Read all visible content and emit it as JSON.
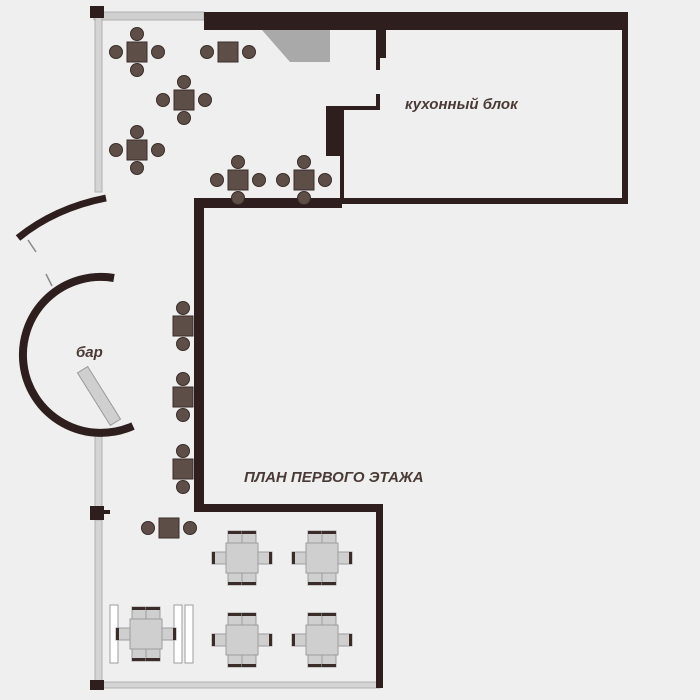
{
  "labels": {
    "kitchen": "кухонный блок",
    "bar": "бар",
    "plan_title": "ПЛАН ПЕРВОГО ЭТАЖА"
  },
  "colors": {
    "background": "#efefef",
    "wall": "#2e1e1e",
    "label": "#4a3a36",
    "glass": "#c8c8c8",
    "dark_furniture": "#5e4e48",
    "light_furniture": "#cfcfcf"
  }
}
